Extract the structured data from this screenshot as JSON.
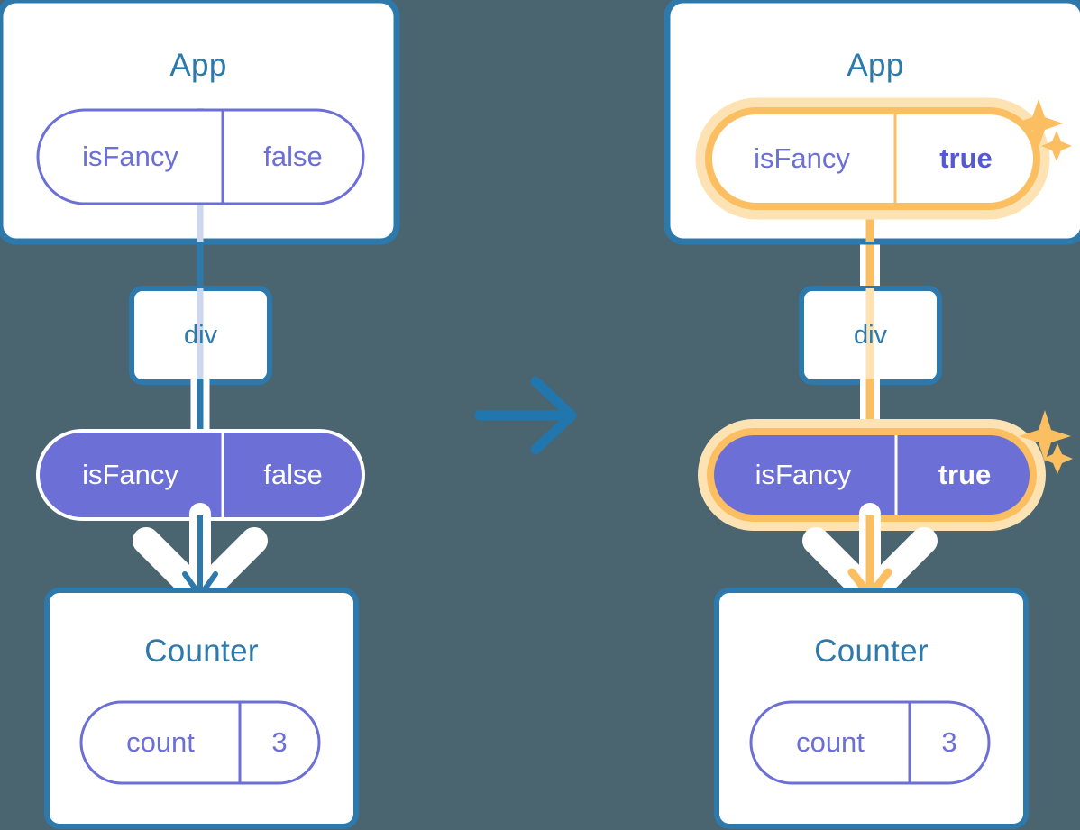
{
  "diagram": {
    "title_left": "App",
    "title_right": "App",
    "arrow_icon": "right-arrow-icon",
    "sparkle_icon": "sparkle-icon"
  },
  "colors": {
    "background": "#4a656f",
    "card_border": "#2d79ac",
    "card_fill": "#ffffff",
    "title": "#2d79ac",
    "purple": "#6b6fd6",
    "purple_stroke": "#ffffff",
    "pill_outline": "#6b6fd6",
    "highlight": "#fbbf62",
    "highlight_glow": "#fde3b4",
    "connector_blue": "#2d79ac",
    "connector_light": "#cdd8ef",
    "white": "#ffffff"
  },
  "left": {
    "app_card": {
      "title": "App",
      "state_pill": {
        "key": "isFancy",
        "value": "false",
        "style": "outline"
      }
    },
    "div_node": {
      "label": "div"
    },
    "props_pill": {
      "key": "isFancy",
      "value": "false",
      "style": "solid"
    },
    "counter_card": {
      "title": "Counter",
      "state_pill": {
        "key": "count",
        "value": "3",
        "style": "outline"
      }
    }
  },
  "right": {
    "app_card": {
      "title": "App",
      "state_pill": {
        "key": "isFancy",
        "value": "true",
        "style": "outline-highlighted"
      }
    },
    "div_node": {
      "label": "div"
    },
    "props_pill": {
      "key": "isFancy",
      "value": "true",
      "style": "solid-highlighted"
    },
    "counter_card": {
      "title": "Counter",
      "state_pill": {
        "key": "count",
        "value": "3",
        "style": "outline"
      }
    }
  }
}
